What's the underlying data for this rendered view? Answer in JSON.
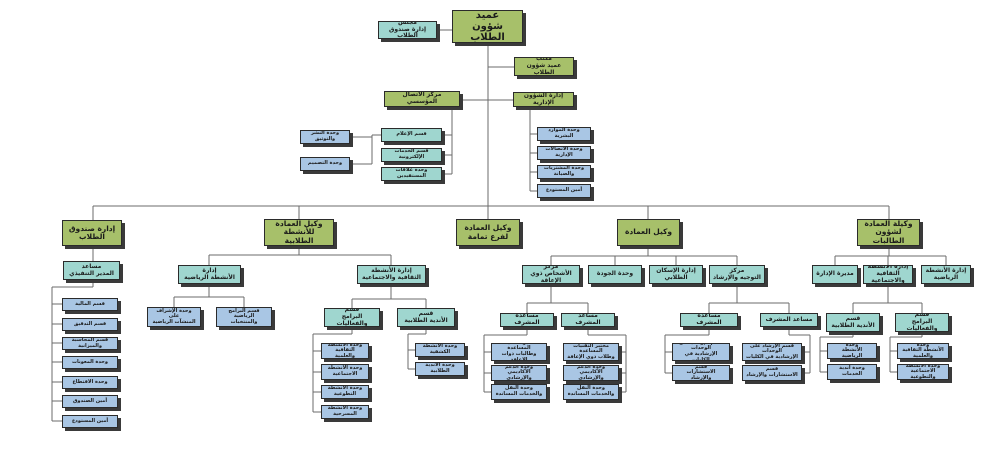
{
  "nodes": {
    "dean": "عميد\nشؤون الطلاب",
    "council": "مجلس\nإدارة صندوق الطلاب",
    "dean_office": "مكتب\nعميد شؤون الطلاب",
    "admin_affairs": "إدارة الشؤون الإدارية",
    "comm_center": "مركز الاتصال المؤسسي",
    "hr_unit": "وحدة الموارد البشرية",
    "comm_unit": "وحدة الاتصالات الإدارية",
    "procurement": "وحدة المشتريات والصيانة",
    "warehouse": "أمين المستودع",
    "media_dept": "قسم الإعلام",
    "eservices_dept": "قسم الخدمات الإلكترونية",
    "beneficiaries_unit": "وحدة علاقات المستفيدين",
    "publishing_unit": "وحدة النشر والتوثيق",
    "design_unit": "وحدة التصميم",
    "v_fund": "إدارة صندوق\nالطلاب",
    "v_activities": "وكيل العمادة\nللأنشطة الطلابية",
    "v_full": "وكيل العمادة\nلفرع تمامة",
    "v_dean": "وكيل العمادة",
    "v_women": "وكيلة العمادة\nلشؤون الطالبات",
    "exec_assistant": "مساعد\nالمدير التنفيذي",
    "fund_finance": "قسم المالية",
    "fund_audit": "قسم التدقيق",
    "fund_accounting": "قسم المحاسبة والميزانية",
    "fund_subsidies": "وحدة المعونات",
    "fund_loans": "وحدة الاقتطاع",
    "fund_treasurer": "أمين الصندوق",
    "fund_store": "أمين المستودع",
    "sports_admin": "إدارة\nالأنشطة الرياضية",
    "cultural_admin": "إدارة الأنشطة\nالثقافية والاجتماعية",
    "sports_facilities": "وحدة الإشراف على\nالمنشآت الرياضية",
    "sports_programs": "قسم البرامج\nالرياضية والمنتخبات",
    "programs_dept": "قسم\nالبرامج والفعاليات",
    "clubs_dept": "قسم\nالأندية الطلابية",
    "cultural_unit": "وحدة الأنشطة\nالثقافية والعلمية",
    "social_unit": "وحدة الأنشطة\nالاجتماعية",
    "volunteer_unit": "وحدة الأنشطة التطوعية",
    "arts_unit": "وحدة الأنشطة المسرحية",
    "scouts_unit": "وحدة الأنشطة الكشفية",
    "trips_unit": "وحدة الأندية الطلابية",
    "special_needs_center": "مركز\nالأشخاص ذوي الإعاقة",
    "quality_unit": "وحدة الجودة",
    "housing_admin": "إدارة الإسكان الطلابي",
    "guidance_center": "مركز\nالتوجيه والإرشاد",
    "sn_assistant1": "مساعد المشرف",
    "sn_assistant2": "مساعدة المشرف",
    "sn_tech1": "مختبر التقنيات المساعدة\nوطلاب ذوي الإعاقة",
    "sn_services1": "وحدة الدعم\nالأكاديمي والإرشادي",
    "sn_acc1": "وحدة النقل\nوالخدمات المساندة",
    "sn_tech2": "مختبر التقنيات المساعدة\nوطالبات ذوات الإعاقة",
    "sn_services2": "وحدة الدعم\nالأكاديمي والإرشادي",
    "sn_acc2": "وحدة النقل\nوالخدمات المساندة",
    "gd_assistant1": "مساعد المشرف",
    "gd_assistant2": "مساعدة المشرف",
    "gd_unit1": "قسم الإرشاد على الوحدات\nالإرشادية في الكليات",
    "gd_psych1": "قسم\nالاستشارات والإرشاد",
    "gd_unit2": "قسم الإرشاد على الوحدات\nالإرشادية في الكليات",
    "gd_psych2": "قسم\nالاستشارات والإرشاد",
    "w_sports": "إدارة الأنشطة\nالرياضية",
    "w_cultural": "إدارة الأنشطة\nالثقافية والاجتماعية",
    "w_housing": "مديرة الإدارة",
    "w_programs": "قسم\nالبرامج والفعاليات",
    "w_clubs": "قسم\nالأندية الطلابية",
    "w_unit_cultural": "وحدة\nالأنشطة الثقافية والعلمية",
    "w_unit_social": "وحدة الأنشطة\nالاجتماعية والتطوعية",
    "w_unit_sports": "وحدة\nالأنشطة الرياضية",
    "w_unit_clubs": "وحدة أندية الخدمات"
  }
}
